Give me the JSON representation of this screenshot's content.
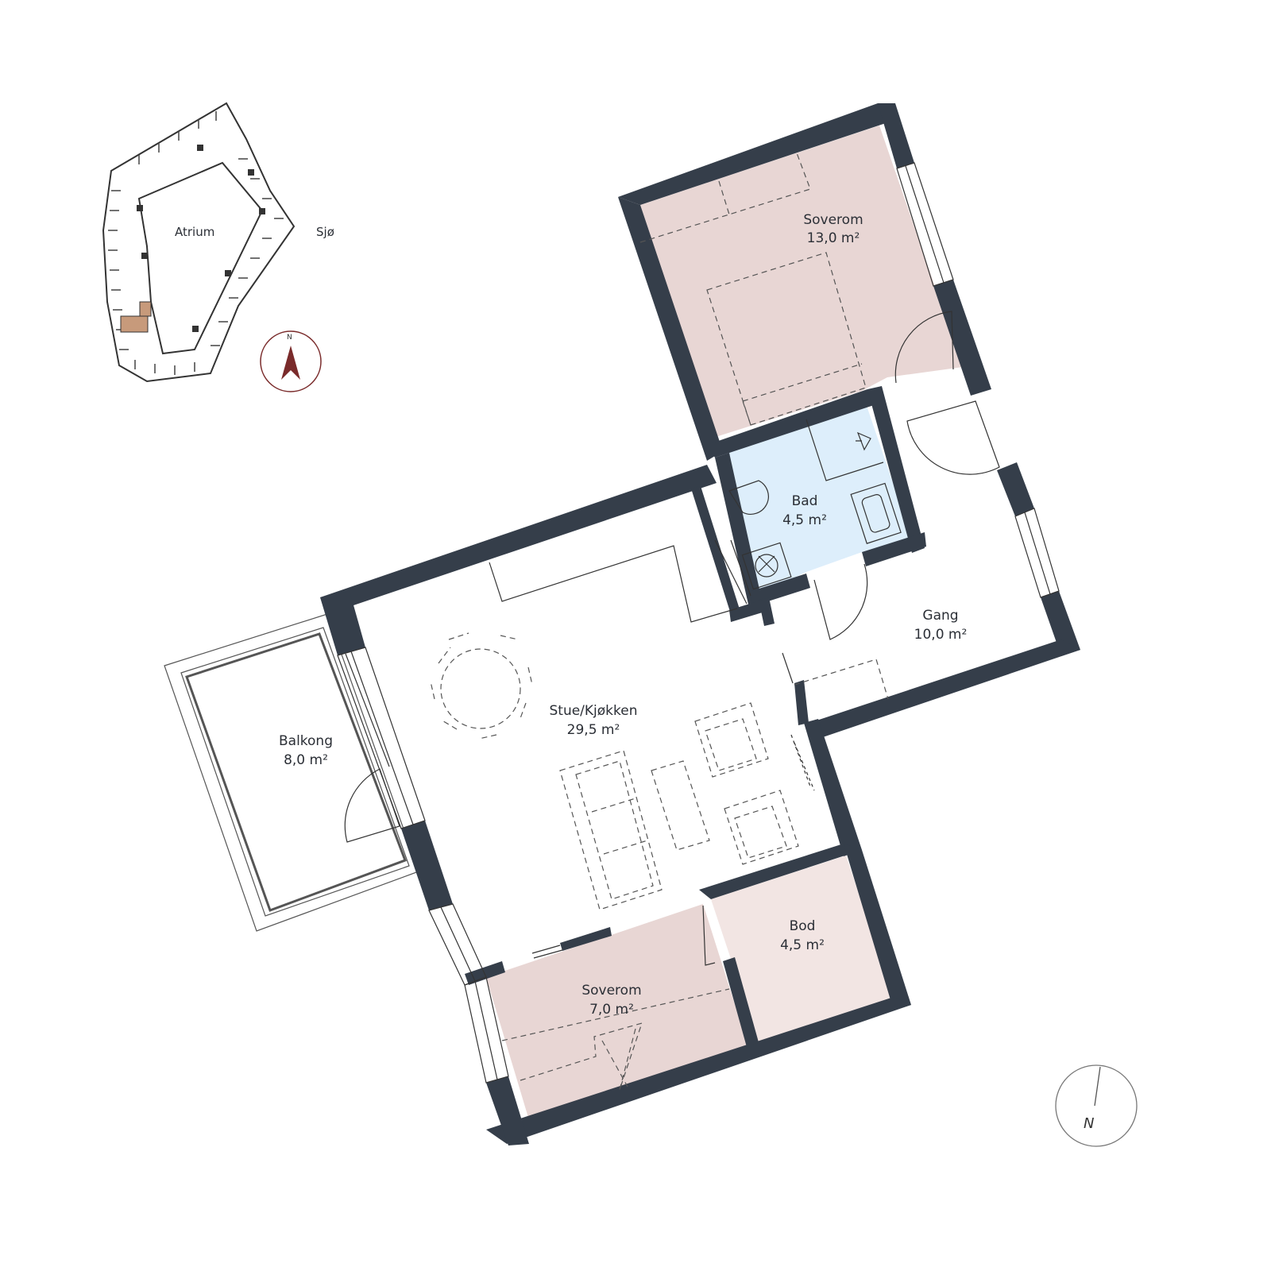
{
  "rooms": {
    "soverom_main": {
      "name": "Soverom",
      "area": "13,0 m²"
    },
    "bad": {
      "name": "Bad",
      "area": "4,5 m²"
    },
    "gang": {
      "name": "Gang",
      "area": "10,0 m²"
    },
    "stue": {
      "name": "Stue/Kjøkken",
      "area": "29,5 m²"
    },
    "balkong": {
      "name": "Balkong",
      "area": "8,0 m²"
    },
    "bod": {
      "name": "Bod",
      "area": "4,5 m²"
    },
    "soverom_small": {
      "name": "Soverom",
      "area": "7,0 m²"
    }
  },
  "site_plan": {
    "atrium": "Atrium",
    "sea": "Sjø"
  },
  "compass": {
    "small_north": "N",
    "large_north": "N"
  },
  "colors": {
    "wall": "#353e4a",
    "bedroom_fill": "#e8d6d4",
    "bathroom_fill": "#ddeefb",
    "storage_fill": "#f2e5e3",
    "compass_accent": "#7a2b2b",
    "unit_highlight": "#c79a7b"
  }
}
